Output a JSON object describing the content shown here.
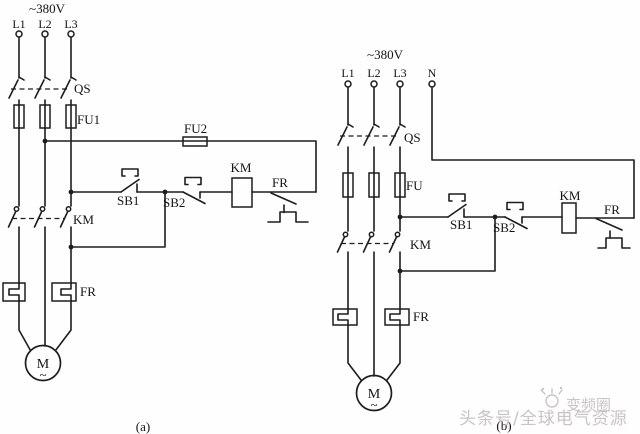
{
  "diagram": {
    "kind": "electrical-schematic",
    "subject": "Three-phase AC motor direct-on-line starter: (a) two-phase 380V coil control, (b) phase-to-neutral coil control",
    "colors": {
      "line": "#1d1d1d",
      "label": "#141414",
      "watermark": "#c8c4c4",
      "background": "#fefefe"
    }
  },
  "circuit_a": {
    "supply": "~380V",
    "terminals": {
      "l1": "L1",
      "l2": "L2",
      "l3": "L3"
    },
    "components": {
      "qs": "QS",
      "fu1": "FU1",
      "fu2": "FU2",
      "km_main": "KM",
      "km_coil": "KM",
      "sb1": "SB1",
      "sb2": "SB2",
      "fr_contact": "FR",
      "fr_element": "FR",
      "motor": "M",
      "motor_wave": "~"
    },
    "caption": "(a)"
  },
  "circuit_b": {
    "supply": "~380V",
    "terminals": {
      "l1": "L1",
      "l2": "L2",
      "l3": "L3",
      "n": "N"
    },
    "components": {
      "qs": "QS",
      "fu": "FU",
      "km_main": "KM",
      "km_coil": "KM",
      "sb1": "SB1",
      "sb2": "SB2",
      "fr_contact": "FR",
      "fr_element": "FR",
      "motor": "M",
      "motor_wave": "~"
    },
    "caption": "(b)"
  },
  "watermark": {
    "brand": "变频圈",
    "credit": "头条号/全球电气资源"
  }
}
